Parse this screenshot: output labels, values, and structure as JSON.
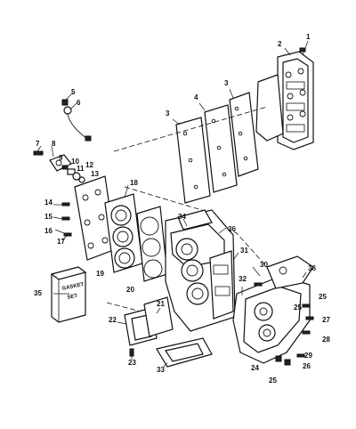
{
  "callouts": [
    "1",
    "2",
    "3",
    "3",
    "4",
    "5",
    "6",
    "7",
    "8",
    "9",
    "10",
    "11",
    "12",
    "13",
    "14",
    "15",
    "16",
    "17",
    "18",
    "19",
    "20",
    "21",
    "22",
    "23",
    "24",
    "25",
    "25",
    "25",
    "26",
    "27",
    "28",
    "29",
    "30",
    "31",
    "32",
    "33",
    "34",
    "35",
    "36",
    "36"
  ],
  "gasket_set_box": {
    "line1": "GASKET",
    "line2": "SET"
  }
}
